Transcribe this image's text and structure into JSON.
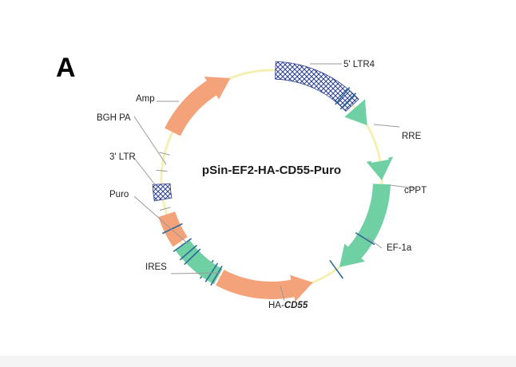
{
  "panel_letter": "A",
  "plasmid_name": "pSin-EF2-HA-CD55-Puro",
  "features": {
    "ltr5": "5' LTR4",
    "rre": "RRE",
    "cppt": "cPPT",
    "ef1a": "EF-1a",
    "ha_prefix": "HA-",
    "cd55": "CD55",
    "ires": "IRES",
    "puro": "Puro",
    "ltr3": "3' LTR",
    "bgh": "BGH PA",
    "amp": "Amp"
  },
  "colors": {
    "backbone": "#f4f0b4",
    "orange_arrow": "#f4a27a",
    "green_arrow": "#6fd0a4",
    "hatch": "#2a3f8f",
    "marker": "#2f6b98",
    "leader": "#9a9a9a"
  }
}
